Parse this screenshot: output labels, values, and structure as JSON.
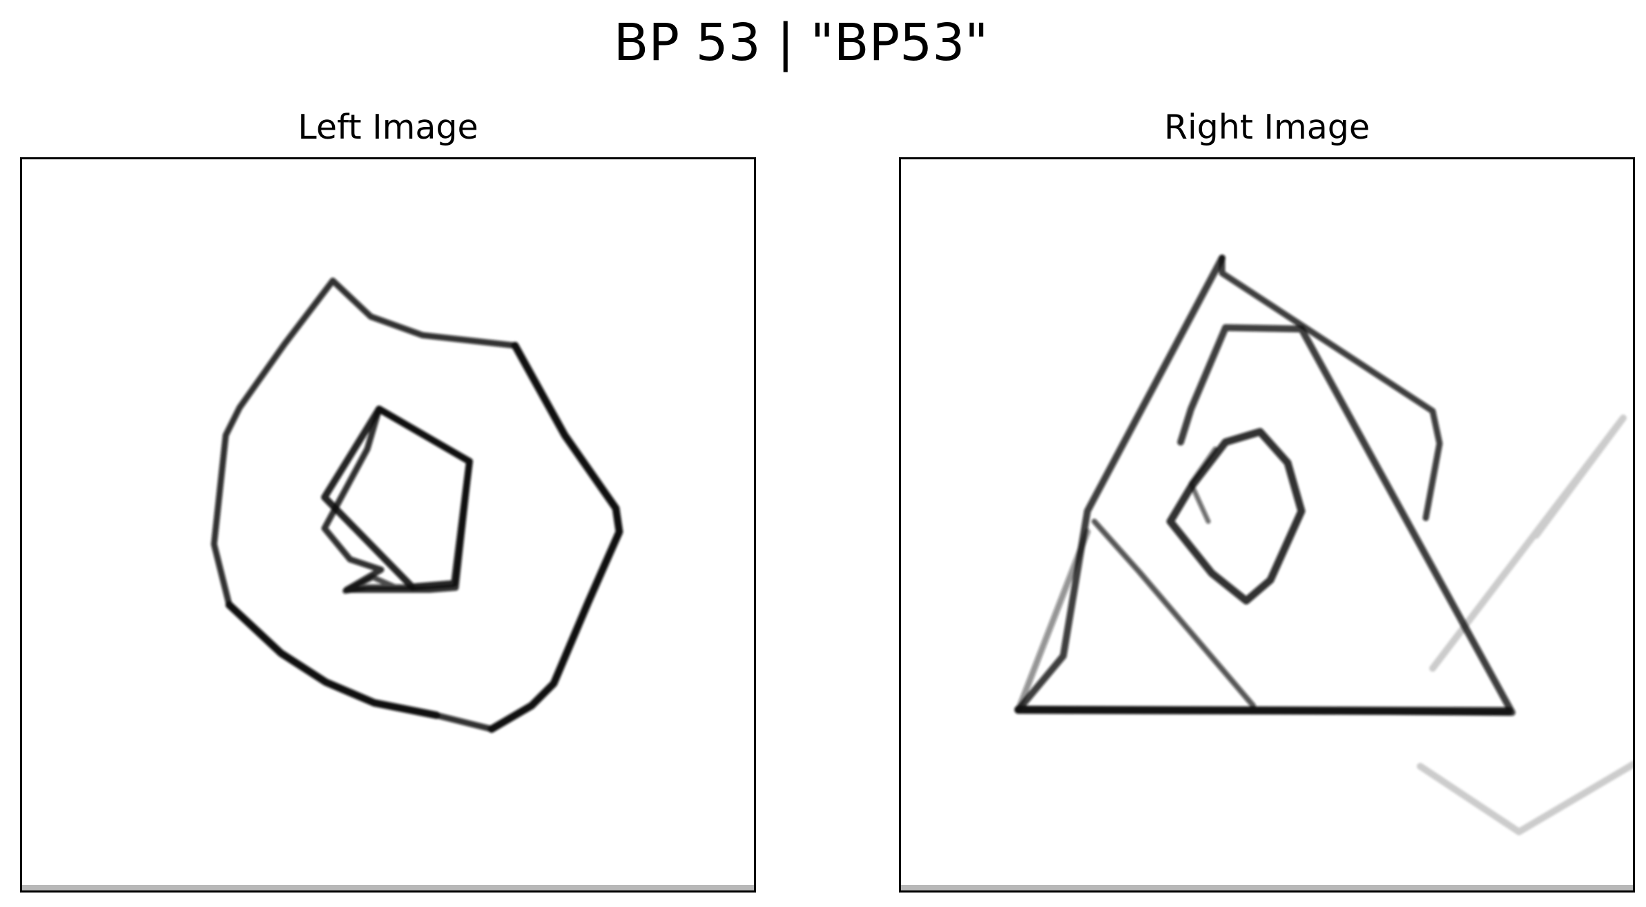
{
  "figure": {
    "title": "BP 53 | \"BP53\""
  },
  "panels": [
    {
      "title": "Left Image"
    },
    {
      "title": "Right Image"
    }
  ],
  "colors": {
    "background": "#ffffff",
    "stroke": "#000000",
    "frame": "#000000"
  }
}
